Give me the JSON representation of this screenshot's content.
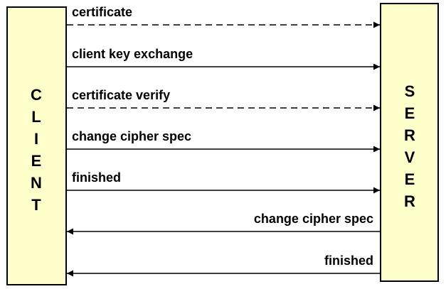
{
  "colors": {
    "box_fill": "#ffffcc",
    "box_stroke": "#000000",
    "line": "#000000",
    "background": "#ffffff"
  },
  "client": {
    "label": "CLIENT"
  },
  "server": {
    "label": "SERVER"
  },
  "messages": [
    {
      "label": "certificate",
      "direction": "client-to-server",
      "style": "dashed"
    },
    {
      "label": "client key exchange",
      "direction": "client-to-server",
      "style": "solid"
    },
    {
      "label": "certificate verify",
      "direction": "client-to-server",
      "style": "dashed"
    },
    {
      "label": "change cipher spec",
      "direction": "client-to-server",
      "style": "solid"
    },
    {
      "label": "finished",
      "direction": "client-to-server",
      "style": "solid"
    },
    {
      "label": "change cipher spec",
      "direction": "server-to-client",
      "style": "solid"
    },
    {
      "label": "finished",
      "direction": "server-to-client",
      "style": "solid"
    }
  ]
}
